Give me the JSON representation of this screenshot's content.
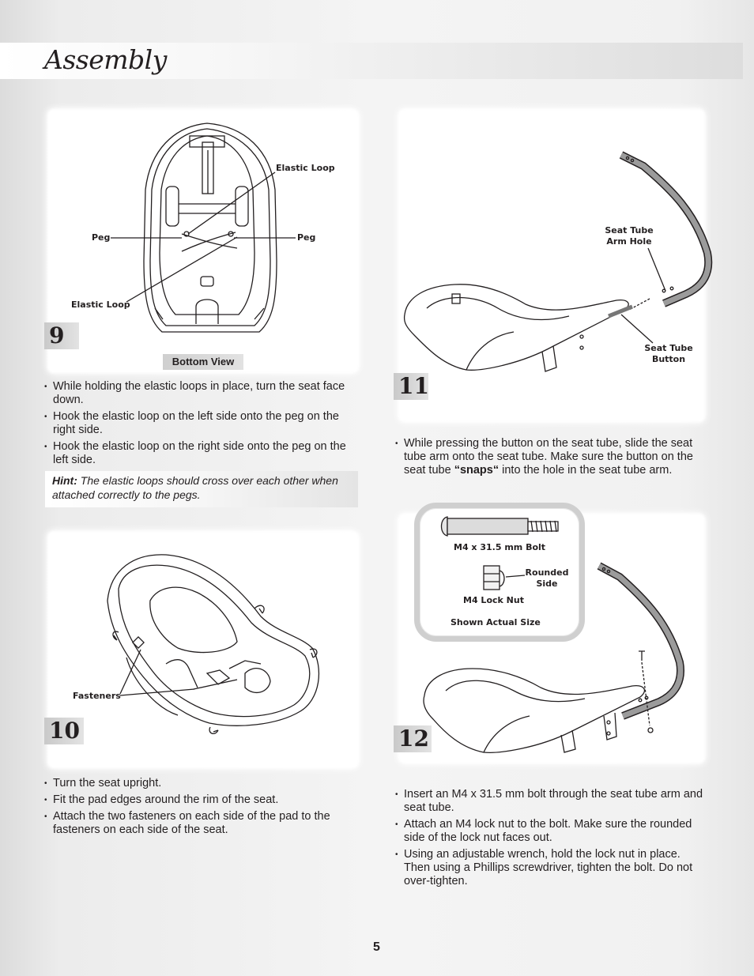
{
  "header": {
    "title": "Assembly"
  },
  "step9": {
    "number": "9",
    "callouts": {
      "elastic_loop_top": "Elastic Loop",
      "peg_left": "Peg",
      "peg_right": "Peg",
      "elastic_loop_bottom": "Elastic Loop"
    },
    "view_label": "Bottom View",
    "instructions": [
      "While holding the elastic loops in place, turn the seat face down.",
      "Hook the elastic loop on the left side onto the peg on the right side.",
      "Hook the elastic loop on the right side onto the peg on the left side."
    ],
    "hint_label": "Hint:",
    "hint_text": "The elastic loops should cross over each other when attached correctly to the pegs."
  },
  "step10": {
    "number": "10",
    "callouts": {
      "fasteners": "Fasteners"
    },
    "instructions": [
      "Turn the seat upright.",
      "Fit the pad edges around the rim of the seat.",
      "Attach the two fasteners on each side of the pad to the fasteners on each side of the seat."
    ]
  },
  "step11": {
    "number": "11",
    "callouts": {
      "arm_hole_line1": "Seat Tube",
      "arm_hole_line2": "Arm Hole",
      "button_line1": "Seat Tube",
      "button_line2": "Button"
    },
    "instruction_before": "While pressing the button on the seat tube, slide the seat tube arm onto the seat tube. Make sure the button on the seat tube ",
    "instruction_emphasis": "“snaps“",
    "instruction_after": " into the hole in the seat tube arm."
  },
  "step12": {
    "number": "12",
    "hardware": {
      "bolt_label": "M4 x 31.5 mm Bolt",
      "rounded_line1": "Rounded",
      "rounded_line2": "Side",
      "nut_label": "M4 Lock Nut",
      "scale_note": "Shown Actual Size"
    },
    "instructions": [
      "Insert an M4 x 31.5 mm bolt through the seat tube arm and seat tube.",
      "Attach an M4 lock nut to the bolt. Make sure the rounded side of the lock nut faces out.",
      "Using an adjustable wrench, hold the lock nut in place. Then using a Phillips screwdriver, tighten the bolt. Do not over-tighten."
    ]
  },
  "footer": {
    "page_number": "5"
  }
}
